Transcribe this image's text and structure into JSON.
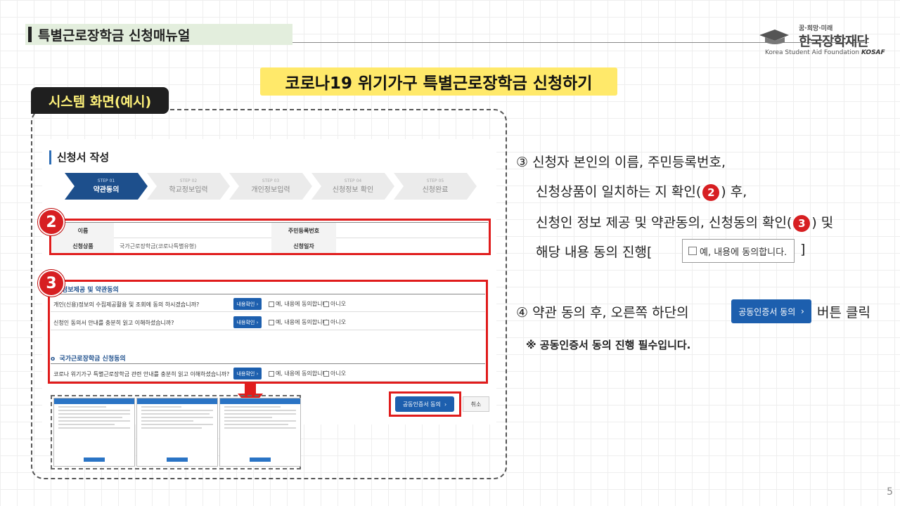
{
  "header": {
    "manual_title": "특별근로장학금 신청매뉴얼",
    "logo_top": "꿈·희망·미래",
    "logo_main": "한국장학재단",
    "logo_en": "Korea Student Aid Foundation",
    "logo_abbr": "KOSAF"
  },
  "main_title": "코로나19 위기가구 특별근로장학금 신청하기",
  "system_tag": "시스템 화면(예시)",
  "form": {
    "title": "신청서 작성",
    "steps": [
      {
        "no": "STEP 01",
        "label": "약관동의",
        "active": true
      },
      {
        "no": "STEP 02",
        "label": "학교정보입력",
        "active": false
      },
      {
        "no": "STEP 03",
        "label": "개인정보입력",
        "active": false
      },
      {
        "no": "STEP 04",
        "label": "신청정보 확인",
        "active": false
      },
      {
        "no": "STEP 05",
        "label": "신청완료",
        "active": false
      }
    ],
    "info": {
      "name_label": "이름",
      "name_value": "",
      "rrn_label": "주민등록번호",
      "rrn_value": "",
      "product_label": "신청상품",
      "product_value": "국가근로장학금(코로나특별유형)",
      "date_label": "신청일자",
      "date_value": ""
    },
    "section1_title": "정보제공 및 약관동의",
    "section2_title": "국가근로장학금 신청동의",
    "agreements": [
      {
        "question": "개인(신용)정보의 수집제공활용 및 조회에 동의 하시겠습니까?"
      },
      {
        "question": "신청인 동의서 안내를 충분히 읽고 이해하셨습니까?"
      },
      {
        "question": "코로나 위기가구 특별근로장학금 관련 안내를 충분히 읽고 이해하셨습니까?"
      }
    ],
    "view_btn": "내용확인",
    "agree_label": "예, 내용에 동의합니다.",
    "disagree_label": "아니오",
    "cert_btn": "공동인증서 동의",
    "cancel_btn": "취소"
  },
  "badges": {
    "b2": "2",
    "b3": "3"
  },
  "explain": {
    "line1": "③ 신청자 본인의 이름, 주민등록번호,",
    "line2a": "신청상품이 일치하는 지 확인(",
    "line2b": ") 후,",
    "line3a": "신청인 정보 제공 및 약관동의, 신청동의 확인(",
    "line3b": ") 및",
    "line4a": "해당 내용 동의 진행[",
    "line4b": "]",
    "sample_check": "예, 내용에 동의합니다.",
    "line5a": "④ 약관 동의 후, 오른쪽 하단의",
    "line5b": "버튼 클릭",
    "sample_cert": "공동인증서 동의",
    "note": "※ 공동인증서 동의 진행 필수입니다."
  },
  "page_number": "5",
  "colors": {
    "accent_blue": "#1d5fae",
    "badge_red": "#d71f22",
    "highlight_yellow": "#ffe96a"
  }
}
